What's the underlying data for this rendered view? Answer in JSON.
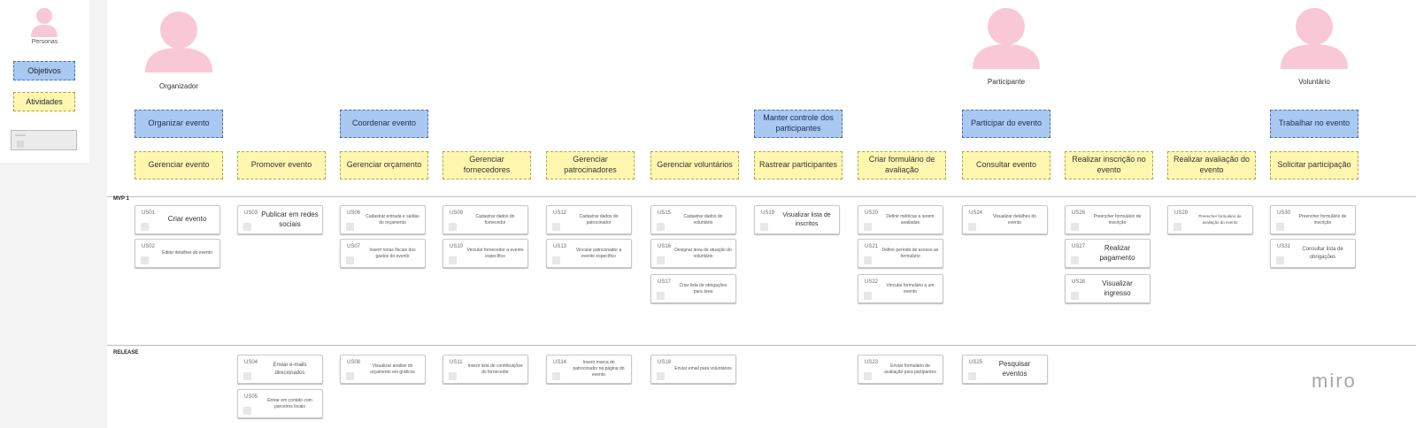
{
  "legend": {
    "personas_label": "Personas",
    "objetivos_label": "Objetivos",
    "atividades_label": "Atividades"
  },
  "personas": [
    {
      "name": "Organizador"
    },
    {
      "name": "Participante"
    },
    {
      "name": "Voluntário"
    }
  ],
  "goals": [
    "Organizar evento",
    "Coordenar evento",
    "Manter controle dos participantes",
    "Participar do evento",
    "Trabalhar no evento"
  ],
  "activities": [
    "Gerenciar evento",
    "Promover evento",
    "Gerenciar orçamento",
    "Gerenciar fornecedores",
    "Gerenciar patrocinadores",
    "Gerenciar voluntários",
    "Rastrear participantes",
    "Criar formulário de avaliação",
    "Consultar evento",
    "Realizar inscrição no evento",
    "Realizar avaliação do evento",
    "Solicitar participação"
  ],
  "releases": {
    "mvp_label": "MVP 1",
    "release_label": "RELEASE"
  },
  "stories": [
    {
      "id": "US01",
      "text": "Criar evento"
    },
    {
      "id": "US02",
      "text": "Editar detalhes do evento"
    },
    {
      "id": "US03",
      "text": "Publicar em redes sociais"
    },
    {
      "id": "US04",
      "text": "Enviar e-mails direcionados"
    },
    {
      "id": "US05",
      "text": "Entrar em contato com parceiros locais"
    },
    {
      "id": "US06",
      "text": "Cadastrar entrada e saídas do orçamento"
    },
    {
      "id": "US07",
      "text": "Inserir notas fiscais dos gastos do evento"
    },
    {
      "id": "US08",
      "text": "Visualizar análise do orçamento em gráficos"
    },
    {
      "id": "US09",
      "text": "Cadastrar dados do fornecedor"
    },
    {
      "id": "US10",
      "text": "Vincular fornecedor a evento específico"
    },
    {
      "id": "US11",
      "text": "Inserir lista de contribuições do fornecedor"
    },
    {
      "id": "US12",
      "text": "Cadastrar dados do patrocinador"
    },
    {
      "id": "US13",
      "text": "Vincular patrocinador a evento específico"
    },
    {
      "id": "US14",
      "text": "Inserir marca do patrocinador na página do evento"
    },
    {
      "id": "US15",
      "text": "Cadastrar dados do voluntário"
    },
    {
      "id": "US16",
      "text": "Designar área de atuação do voluntário"
    },
    {
      "id": "US17",
      "text": "Criar lista de obrigações para área"
    },
    {
      "id": "US18",
      "text": "Enviar email para voluntários"
    },
    {
      "id": "US19",
      "text": "Visualizar lista de inscritos"
    },
    {
      "id": "US20",
      "text": "Definir métricas a serem avaliadas"
    },
    {
      "id": "US21",
      "text": "Definir período de acesso ao formulário"
    },
    {
      "id": "US22",
      "text": "Vincular formulário a um evento"
    },
    {
      "id": "US23",
      "text": "Enviar formulário de avaliação para partipantes"
    },
    {
      "id": "US24",
      "text": "Visualizar detalhes do evento"
    },
    {
      "id": "US25",
      "text": "Pesquisar eventos"
    },
    {
      "id": "US26",
      "text": "Preencher formulário de inscrição"
    },
    {
      "id": "US27",
      "text": "Realizar pagamento"
    },
    {
      "id": "US28",
      "text": "Visualizar ingresso"
    },
    {
      "id": "US29",
      "text": "Preencher formulário de avaliação do evento"
    },
    {
      "id": "US30",
      "text": "Preencher formulário de inscrição"
    },
    {
      "id": "US31",
      "text": "Consultar lista de obrigações"
    }
  ],
  "brand": {
    "logo": "miro"
  },
  "colors": {
    "objetivo": "#a9c8f2",
    "atividade": "#fff7b0",
    "persona": "#f9c8d6"
  }
}
